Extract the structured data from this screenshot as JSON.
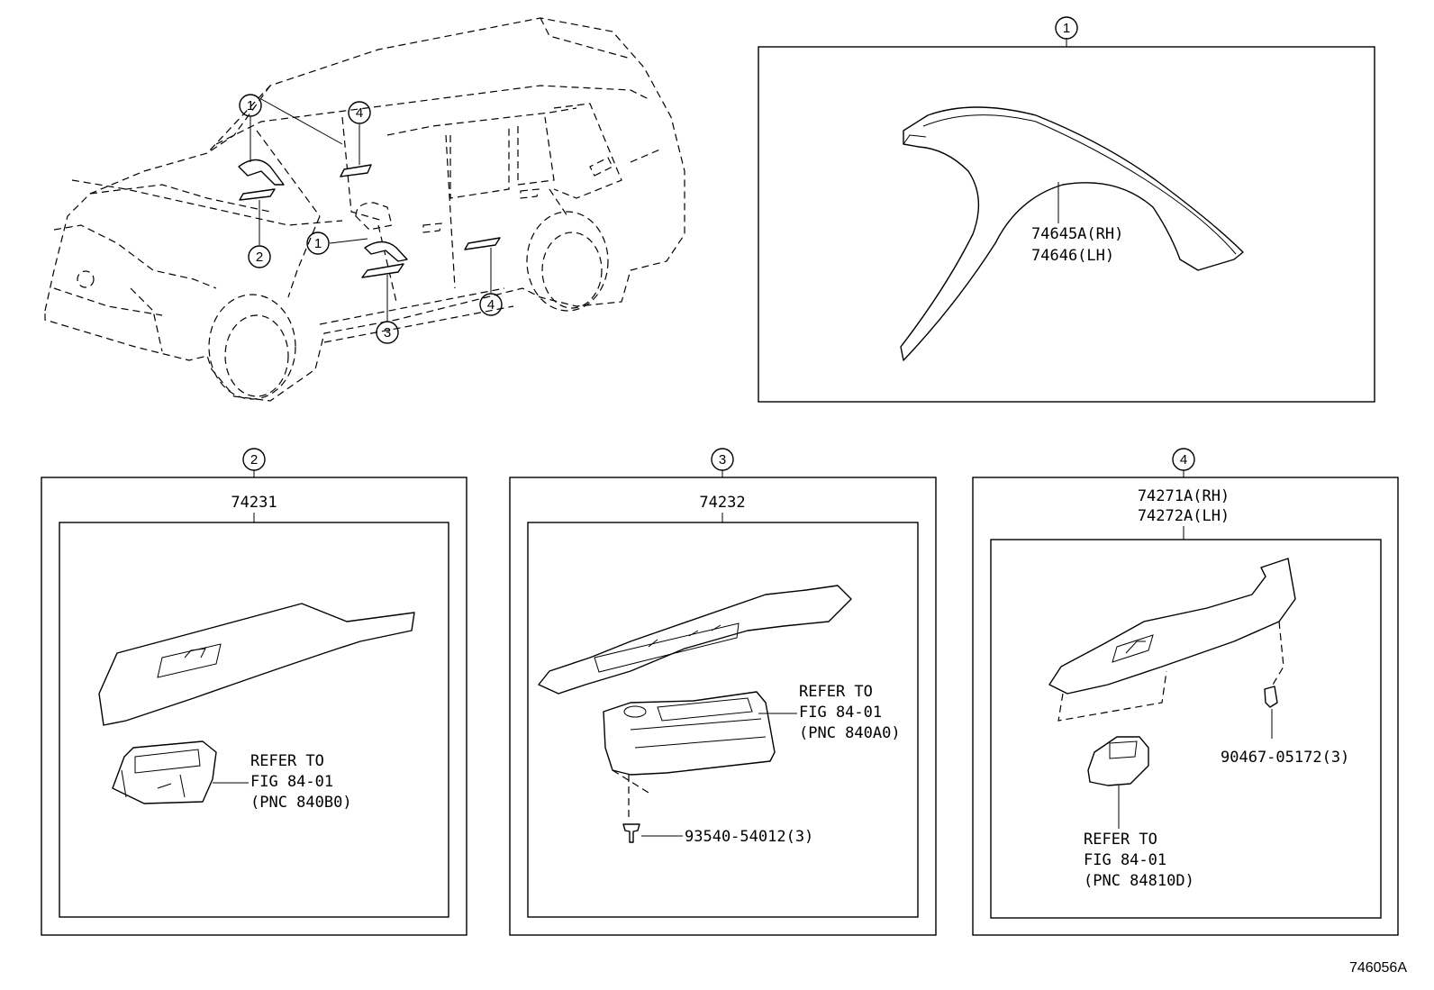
{
  "figure_id": "746056A",
  "callout_numbers": [
    "1",
    "1",
    "2",
    "1",
    "3",
    "4",
    "4"
  ],
  "panels": [
    {
      "index": "1",
      "part_numbers": [
        "74645A(RH)",
        "74646(LH)"
      ]
    },
    {
      "index": "2",
      "part_number": "74231",
      "refer": [
        "REFER TO",
        "FIG 84-01",
        "(PNC 840B0)"
      ]
    },
    {
      "index": "3",
      "part_number": "74232",
      "refer": [
        "REFER TO",
        "FIG 84-01",
        "(PNC 840A0)"
      ],
      "fastener": "93540-54012(3)"
    },
    {
      "index": "4",
      "part_numbers": [
        "74271A(RH)",
        "74272A(LH)"
      ],
      "refer": [
        "REFER TO",
        "FIG 84-01",
        "(PNC 84810D)"
      ],
      "fastener": "90467-05172(3)"
    }
  ]
}
